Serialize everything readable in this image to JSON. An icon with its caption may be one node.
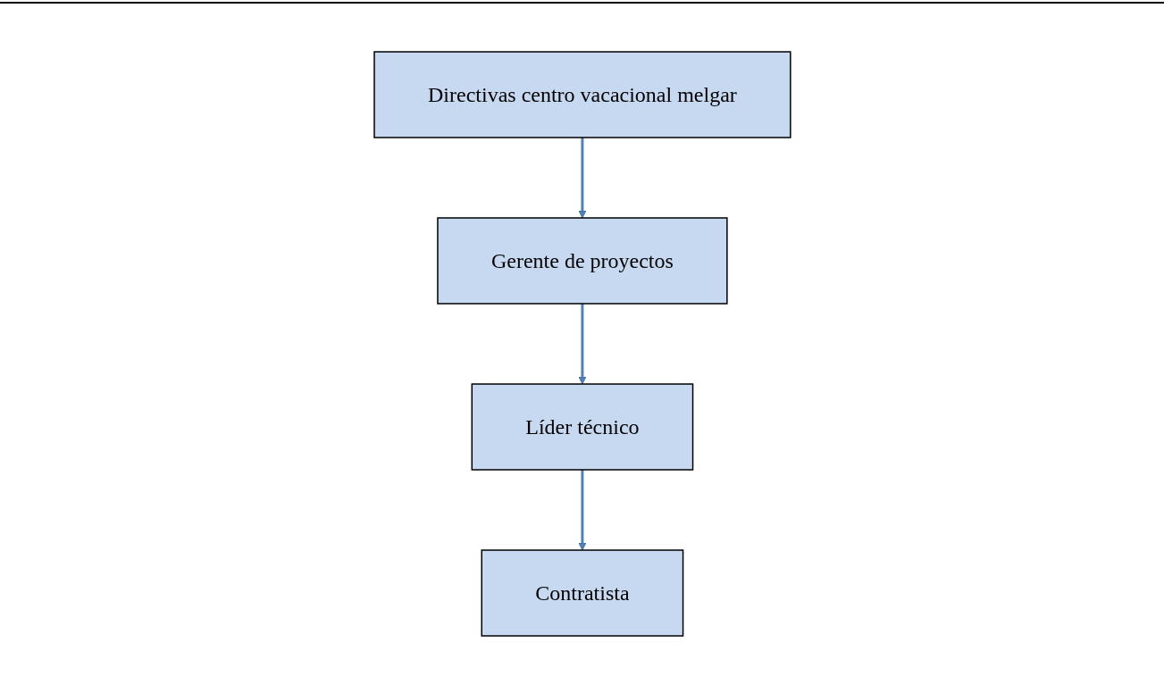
{
  "diagram": {
    "nodes": [
      {
        "text": [
          "Directivas centro vacacional melgar"
        ]
      },
      {
        "text": [
          "Gerente de proyectos"
        ]
      },
      {
        "text": [
          "Líder técnico"
        ]
      },
      {
        "text": [
          "Contratista"
        ]
      }
    ],
    "edges": [
      {
        "from": 0,
        "to": 1,
        "arrow": "to"
      },
      {
        "from": 1,
        "to": 2,
        "arrow": "to"
      },
      {
        "from": 2,
        "to": 3,
        "arrow": "to"
      }
    ]
  }
}
